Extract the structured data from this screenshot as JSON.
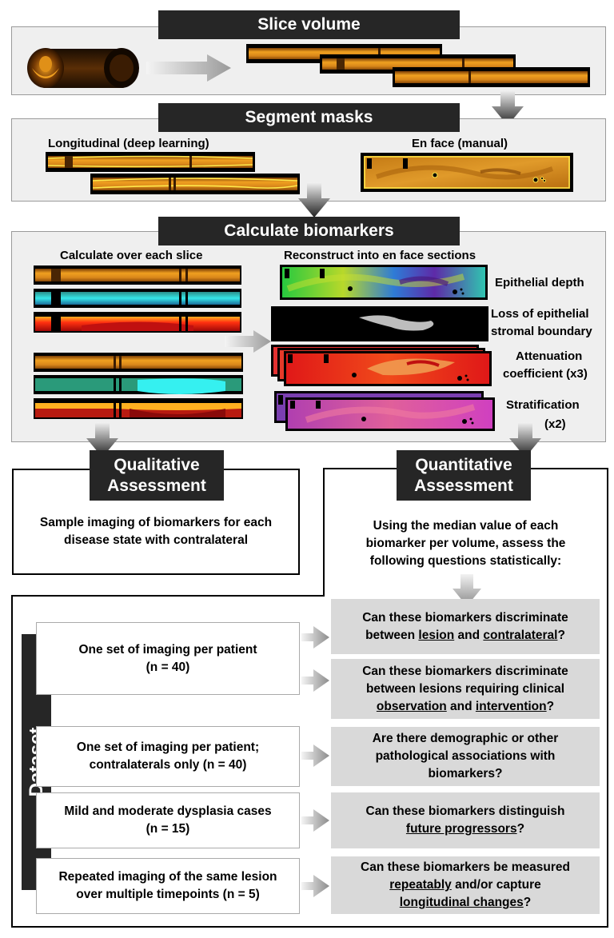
{
  "sections": {
    "slice_volume": "Slice volume",
    "segment_masks": "Segment masks",
    "calculate_biomarkers": "Calculate biomarkers"
  },
  "segment": {
    "longitudinal_label": "Longitudinal (deep learning)",
    "enface_label": "En face (manual)"
  },
  "calculate": {
    "slice_label": "Calculate over each slice",
    "reconstruct_label": "Reconstruct into en face sections",
    "biomarkers": {
      "epithelial_depth": "Epithelial depth",
      "loss_line1": "Loss of epithelial",
      "loss_line2": "stromal boundary",
      "attenuation_line1": "Attenuation",
      "attenuation_line2": "coefficient (x3)",
      "stratification_line1": "Stratification",
      "stratification_line2": "(x2)"
    }
  },
  "qualitative": {
    "title_line1": "Qualitative",
    "title_line2": "Assessment",
    "text_line1": "Sample imaging of biomarkers for each",
    "text_line2": "disease state with contralateral"
  },
  "quantitative": {
    "title_line1": "Quantitative",
    "title_line2": "Assessment",
    "text_line1": "Using the median value of each",
    "text_line2": "biomarker per volume, assess the",
    "text_line3": "following questions statistically:"
  },
  "dataset": {
    "label": "Dataset",
    "rows": [
      {
        "line1": "One set of imaging per patient",
        "line2": "(n = 40)"
      },
      {
        "line1": "One set of imaging per patient;",
        "line2": "contralaterals only (n = 40)"
      },
      {
        "line1": "Mild and moderate dysplasia cases",
        "line2": "(n = 15)"
      },
      {
        "line1": "Repeated imaging of the same lesion",
        "line2": "over multiple timepoints (n = 5)"
      }
    ]
  },
  "questions": {
    "q1": {
      "line1": "Can these biomarkers discriminate",
      "pre": "between ",
      "u1": "lesion",
      "mid": " and ",
      "u2": "contralateral",
      "post": "?"
    },
    "q2": {
      "line1": "Can these biomarkers discriminate",
      "line2": "between lesions requiring clinical",
      "u1": "observation",
      "mid": " and ",
      "u2": "intervention",
      "post": "?"
    },
    "q3": {
      "line1": "Are there demographic or other",
      "line2": "pathological associations with",
      "line3": "biomarkers?"
    },
    "q4": {
      "line1": "Can these biomarkers distinguish",
      "u1": "future progressors",
      "post": "?"
    },
    "q5": {
      "line1": "Can these biomarkers be measured",
      "u1": "repeatably",
      "mid": " and/or capture",
      "u2": "longitudinal changes",
      "post": "?"
    }
  },
  "colors": {
    "banner": "#262626",
    "panel": "#efefef",
    "arrow": "#9e9e9e",
    "question_box": "#d9d9d9",
    "tissue": "#d98c1a"
  }
}
